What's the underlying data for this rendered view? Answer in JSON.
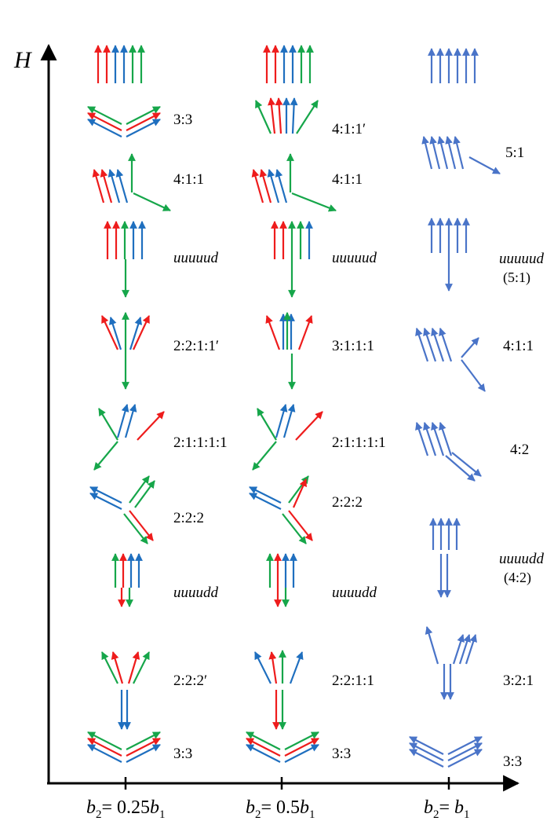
{
  "colors": {
    "red": "#ee1c1c",
    "green": "#16a64a",
    "blue": "#1f6fbf",
    "blue_light": "#4a74c8",
    "axis": "#000000"
  },
  "axes": {
    "y_label": "H",
    "x_ticks": [
      {
        "pre": "b",
        "sub1": "2",
        "mid": "= 0.25",
        "post": "b",
        "sub2": "1"
      },
      {
        "pre": "b",
        "sub1": "2",
        "mid": "= 0.5",
        "post": "b",
        "sub2": "1"
      },
      {
        "pre": "b",
        "sub1": "2",
        "mid": "= ",
        "post": "b",
        "sub2": "1"
      }
    ]
  },
  "columns": [
    {
      "name": "b2-0.25b1",
      "states": [
        {
          "label": ""
        },
        {
          "label": "3:3"
        },
        {
          "label": "4:1:1"
        },
        {
          "label": "uuuuud",
          "italic": true
        },
        {
          "label": "2:2:1:1′"
        },
        {
          "label": "2:1:1:1:1"
        },
        {
          "label": "2:2:2"
        },
        {
          "label": "uuuudd",
          "italic": true
        },
        {
          "label": "2:2:2′"
        },
        {
          "label": "3:3"
        }
      ]
    },
    {
      "name": "b2-0.5b1",
      "states": [
        {
          "label": ""
        },
        {
          "label": "4:1:1′"
        },
        {
          "label": "4:1:1"
        },
        {
          "label": "uuuuud",
          "italic": true
        },
        {
          "label": "3:1:1:1"
        },
        {
          "label": "2:1:1:1:1"
        },
        {
          "label": "2:2:2"
        },
        {
          "label": "uuuudd",
          "italic": true
        },
        {
          "label": "2:2:1:1"
        },
        {
          "label": "3:3"
        }
      ]
    },
    {
      "name": "b2-b1",
      "states": [
        {
          "label": ""
        },
        {
          "label": "5:1"
        },
        {
          "label": "uuuuud",
          "italic": true,
          "sub": "(5:1)"
        },
        {
          "label": "4:1:1"
        },
        {
          "label": "4:2"
        },
        {
          "label": "uuuudd",
          "italic": true,
          "sub": "(4:2)"
        },
        {
          "label": "3:2:1"
        },
        {
          "label": "3:3"
        }
      ]
    }
  ]
}
